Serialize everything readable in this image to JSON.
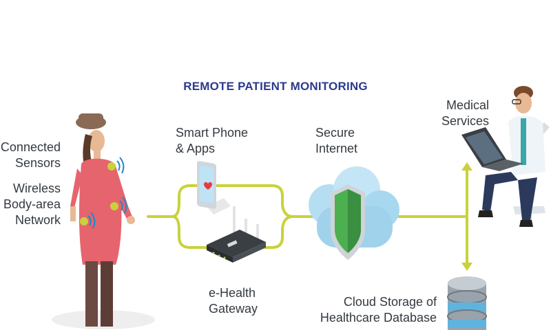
{
  "title": "REMOTE PATIENT MONITORING",
  "labels": {
    "connected_sensors": [
      "Connected",
      "Sensors"
    ],
    "wireless_ban": [
      "Wireless",
      "Body-area",
      "Network"
    ],
    "smart_phone": [
      "Smart Phone",
      "& Apps"
    ],
    "secure_internet": [
      "Secure",
      "Internet"
    ],
    "medical_services": [
      "Medical",
      "Services"
    ],
    "ehealth_gateway": [
      "e-Health",
      "Gateway"
    ],
    "cloud_storage": [
      "Cloud Storage of",
      "Healthcare Database"
    ]
  },
  "colors": {
    "title": "#2b3a8c",
    "connector": "#c8d23a",
    "shield": "#4caf50",
    "cloud": "#a8d8f0"
  },
  "icons": [
    "patient-figure",
    "smartphone-icon",
    "router-icon",
    "cloud-shield-icon",
    "doctor-laptop-icon",
    "database-icon"
  ]
}
